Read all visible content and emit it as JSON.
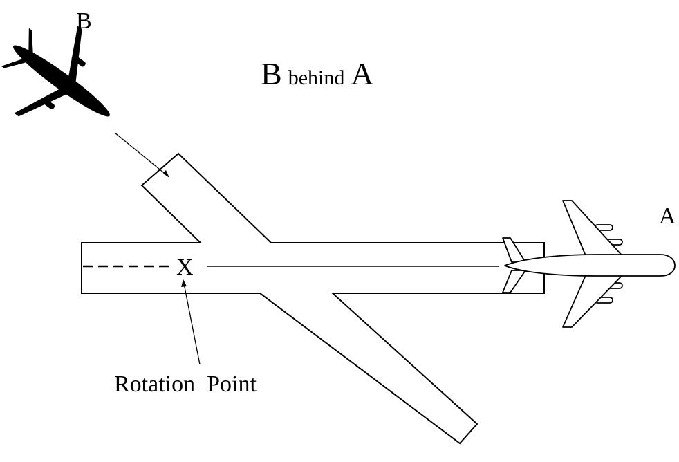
{
  "title": {
    "part1": "B",
    "part2": "behind",
    "part3": "A"
  },
  "aircraft": {
    "a_label": "A",
    "b_label": "B"
  },
  "markers": {
    "rotation_mark": "X",
    "rotation_label": "Rotation  Point"
  },
  "colors": {
    "ink": "#000000",
    "paper": "#ffffff"
  }
}
